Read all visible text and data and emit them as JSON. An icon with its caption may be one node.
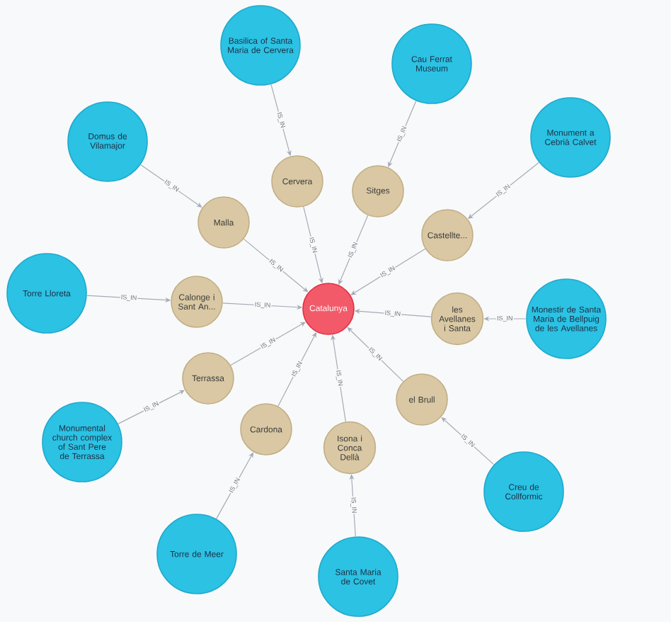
{
  "diagram": {
    "nodes": [
      {
        "text": [
          "Catalunya"
        ]
      },
      {
        "text": [
          "Cervera"
        ]
      },
      {
        "text": [
          "Sitges"
        ]
      },
      {
        "text": [
          "Castellte..."
        ]
      },
      {
        "text": [
          "les Avellanes i Santa"
        ]
      },
      {
        "text": [
          "el Brull"
        ]
      },
      {
        "text": [
          "Isona i Conca Dellà"
        ]
      },
      {
        "text": [
          "Cardona"
        ]
      },
      {
        "text": [
          "Terrassa"
        ]
      },
      {
        "text": [
          "Calonge i Sant An..."
        ]
      },
      {
        "text": [
          "Malla"
        ]
      },
      {
        "text": [
          "Basilica of Santa Maria de Cervera"
        ]
      },
      {
        "text": [
          "Cau Ferrat Museum"
        ]
      },
      {
        "text": [
          "Monument a Cebrià Calvet"
        ]
      },
      {
        "text": [
          "Monestir de Santa Maria de Bellpuig de les Avellanes"
        ]
      },
      {
        "text": [
          "Creu de Collformic"
        ]
      },
      {
        "text": [
          "Santa Maria de Covet"
        ]
      },
      {
        "text": [
          "Torre de Meer"
        ]
      },
      {
        "text": [
          "Monumental church complex of Sant Pere de Terrassa"
        ]
      },
      {
        "text": [
          "Torre Lloreta"
        ]
      },
      {
        "text": [
          "Domus de Vilamajor"
        ]
      }
    ],
    "edges": [
      {
        "from": 11,
        "to": 1,
        "arrow": "to",
        "label": "IS_IN"
      },
      {
        "from": 12,
        "to": 2,
        "arrow": "to",
        "label": "IS_IN"
      },
      {
        "from": 13,
        "to": 3,
        "arrow": "to",
        "label": "IS_IN"
      },
      {
        "from": 14,
        "to": 4,
        "arrow": "to",
        "label": "IS_IN"
      },
      {
        "from": 15,
        "to": 5,
        "arrow": "to",
        "label": "IS_IN"
      },
      {
        "from": 16,
        "to": 6,
        "arrow": "to",
        "label": "IS_IN"
      },
      {
        "from": 17,
        "to": 7,
        "arrow": "to",
        "label": "IS_IN"
      },
      {
        "from": 18,
        "to": 8,
        "arrow": "to",
        "label": "IS_IN"
      },
      {
        "from": 19,
        "to": 9,
        "arrow": "to",
        "label": "IS_IN"
      },
      {
        "from": 20,
        "to": 10,
        "arrow": "to",
        "label": "IS_IN"
      },
      {
        "from": 1,
        "to": 0,
        "arrow": "to",
        "label": "IS_IN"
      },
      {
        "from": 2,
        "to": 0,
        "arrow": "to",
        "label": "IS_IN"
      },
      {
        "from": 3,
        "to": 0,
        "arrow": "to",
        "label": "IS_IN"
      },
      {
        "from": 4,
        "to": 0,
        "arrow": "to",
        "label": "IS_IN"
      },
      {
        "from": 5,
        "to": 0,
        "arrow": "to",
        "label": "IS_IN"
      },
      {
        "from": 6,
        "to": 0,
        "arrow": "to",
        "label": "IS_IN"
      },
      {
        "from": 7,
        "to": 0,
        "arrow": "to",
        "label": "IS_IN"
      },
      {
        "from": 8,
        "to": 0,
        "arrow": "to",
        "label": "IS_IN"
      },
      {
        "from": 9,
        "to": 0,
        "arrow": "to",
        "label": "IS_IN"
      },
      {
        "from": 10,
        "to": 0,
        "arrow": "to",
        "label": "IS_IN"
      }
    ]
  }
}
